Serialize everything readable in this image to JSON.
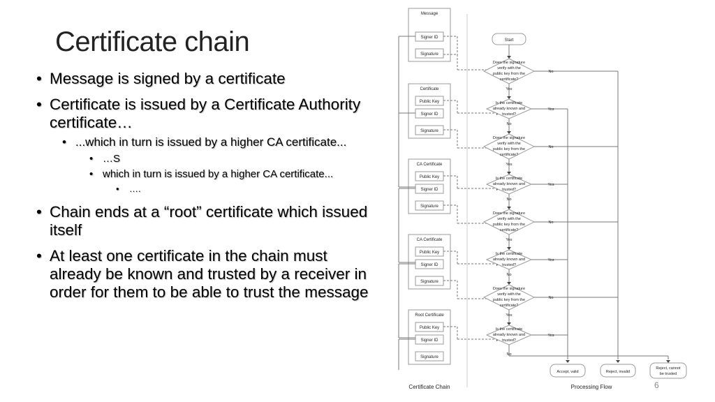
{
  "slide": {
    "title": "Certificate chain",
    "page_number": "6"
  },
  "bullets": [
    {
      "level": 1,
      "text": "Message is signed by a certificate"
    },
    {
      "level": 1,
      "text": "Certificate is issued by a Certificate Authority certificate…"
    },
    {
      "level": 2,
      "text": "...which in turn is issued by a higher CA certificate..."
    },
    {
      "level": 3,
      "text": "…S"
    },
    {
      "level": 3,
      "text": "which in turn is issued by a higher CA certificate..."
    },
    {
      "level": 4,
      "text": "…."
    },
    {
      "level": 1,
      "text": "Chain ends at a “root” certificate which issued itself"
    },
    {
      "level": 1,
      "text": "At least one certificate in the chain must already be known and trusted by a receiver in order for them to be able to trust the message"
    }
  ],
  "diagram": {
    "chain_label": "Certificate Chain",
    "flow_label": "Processing Flow",
    "message": {
      "title": "Message",
      "signer_id": "Signer ID",
      "signature": "Signature"
    },
    "certificates": [
      {
        "title": "Certificate",
        "public_key": "Public Key",
        "signer_id": "Signer ID",
        "signature": "Signature"
      },
      {
        "title": "CA Certificate",
        "public_key": "Public Key",
        "signer_id": "Signer ID",
        "signature": "Signature"
      },
      {
        "title": "CA Certificate",
        "public_key": "Public Key",
        "signer_id": "Signer ID",
        "signature": "Signature"
      },
      {
        "title": "Root Certificate",
        "public_key": "Public Key",
        "signer_id": "Signer ID",
        "signature": "Signature"
      }
    ],
    "start": "Start",
    "verify_question": [
      "Does the signature",
      "verify with the",
      "public key from the",
      "certificate?"
    ],
    "trusted_question": [
      "Is the certificate",
      "already known and",
      "trusted?"
    ],
    "yes": "Yes",
    "no": "No",
    "outcomes": {
      "accept": "Accept, valid",
      "reject_invalid": "Reject, invalid",
      "reject_untrusted": [
        "Reject, cannot",
        "be trusted"
      ]
    }
  }
}
